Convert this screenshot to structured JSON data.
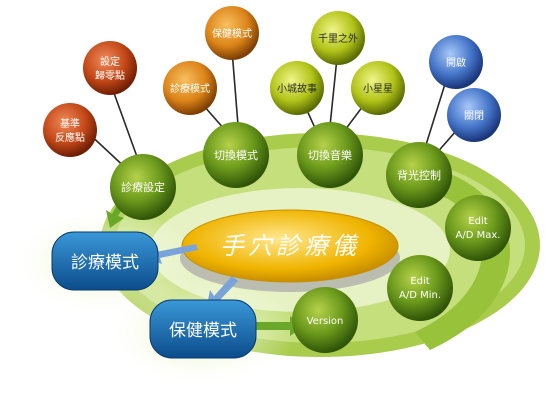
{
  "center": {
    "label": "手穴診療儀"
  },
  "top_spheres": [
    {
      "label_lines": [
        "基準",
        "反應點"
      ],
      "color": "#c0451c"
    },
    {
      "label_lines": [
        "設定",
        "歸零點"
      ],
      "color": "#c0451c"
    },
    {
      "label_lines": [
        "診療模式"
      ],
      "color": "#d87c18"
    },
    {
      "label_lines": [
        "保健模式"
      ],
      "color": "#d87c18"
    },
    {
      "label_lines": [
        "小城故事"
      ],
      "color": "#a8bc16"
    },
    {
      "label_lines": [
        "千里之外"
      ],
      "color": "#a8bc16"
    },
    {
      "label_lines": [
        "小星星"
      ],
      "color": "#a8bc16"
    },
    {
      "label_lines": [
        "開啟"
      ],
      "color": "#3f6fc4"
    },
    {
      "label_lines": [
        "關閉"
      ],
      "color": "#3f6fc4"
    }
  ],
  "ring_spheres": [
    {
      "label": "診療設定"
    },
    {
      "label": "切換模式"
    },
    {
      "label": "切換音樂"
    },
    {
      "label": "背光控制"
    },
    {
      "label_lines": [
        "Edit",
        "A/D Max."
      ]
    },
    {
      "label_lines": [
        "Edit",
        "A/D Min."
      ]
    },
    {
      "label": "Version"
    }
  ],
  "mode_boxes": [
    {
      "label": "診療模式"
    },
    {
      "label": "保健模式"
    }
  ],
  "colors": {
    "ring_green": "#8fb82d",
    "ring_light": "#cfe59a",
    "sphere_green": "#5e8a16",
    "center_gold": "#f0b800",
    "box_blue": "#1c72b8",
    "arrow_blue": "#7aa4d8",
    "arrow_green": "#6aa82a"
  }
}
